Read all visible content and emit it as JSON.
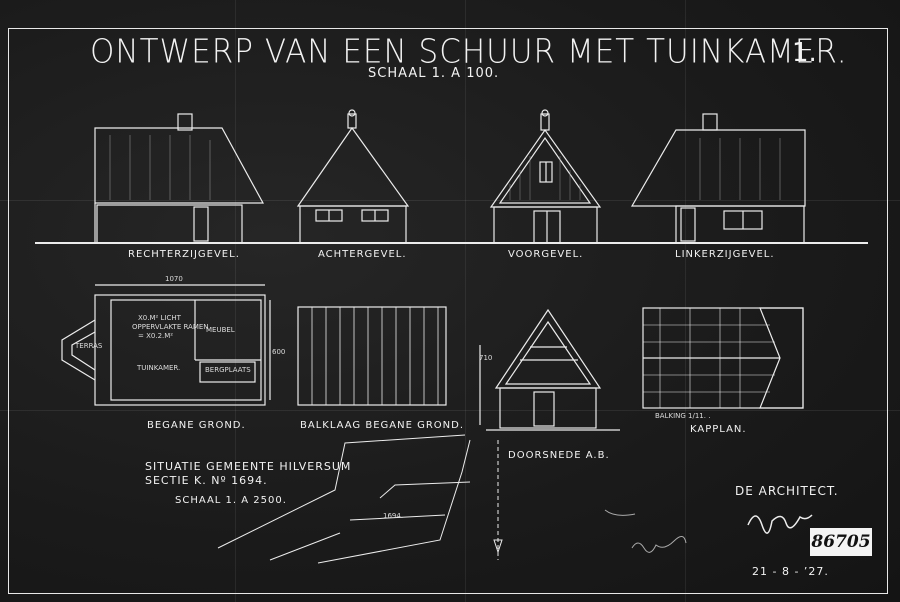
{
  "drawing": {
    "title": "ONTWERP VAN EEN SCHUUR MET TUINKAMER.",
    "sheet_number": "1.",
    "scale": "SCHAAL 1. A 100."
  },
  "elevations": {
    "right": "RECHTERZIJGEVEL.",
    "rear": "ACHTERGEVEL.",
    "front": "VOORGEVEL.",
    "left": "LINKERZIJGEVEL."
  },
  "plans": {
    "ground_floor": "BEGANE GROND.",
    "beam_layout": "BALKLAAG BEGANE GROND.",
    "section": "DOORSNEDE A.B.",
    "roof_plan": "KAPPLAN.",
    "roof_note": "BALKING 1/11. .",
    "dim_width": "1070",
    "dim_depth": "600",
    "dim_height": "710",
    "room_terras": "TERRAS",
    "room_light_1": "X0.M² LICHT",
    "room_light_2": "OPPERVLAKTE RAMEN",
    "room_light_3": "= X0.2.M²",
    "room_tuinkamer": "TUINKAMER.",
    "room_meubel": "MEUBEL",
    "room_bergplaats": "BERGPLAATS"
  },
  "situation": {
    "title_line1": "SITUATIE GEMEENTE HILVERSUM",
    "title_line2": "SECTIE K. Nº 1694.",
    "scale": "SCHAAL 1. A 2500.",
    "plot_number": "1694."
  },
  "signature": {
    "architect_label": "DE ARCHITECT.",
    "date": "21 - 8 - ’27.",
    "archive_number": "86705"
  }
}
